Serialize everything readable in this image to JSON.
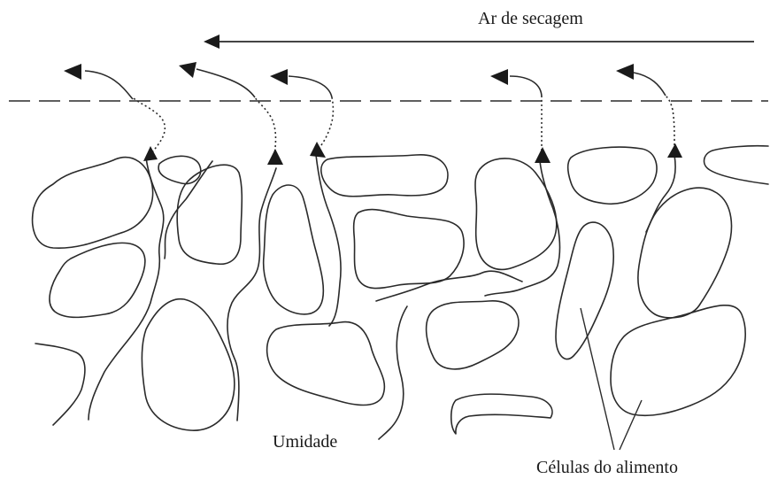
{
  "labels": {
    "air": "Ar de secagem",
    "moisture": "Umidade",
    "cells": "Células do alimento"
  },
  "colors": {
    "line": "#2a2a2a",
    "background": "#ffffff"
  }
}
